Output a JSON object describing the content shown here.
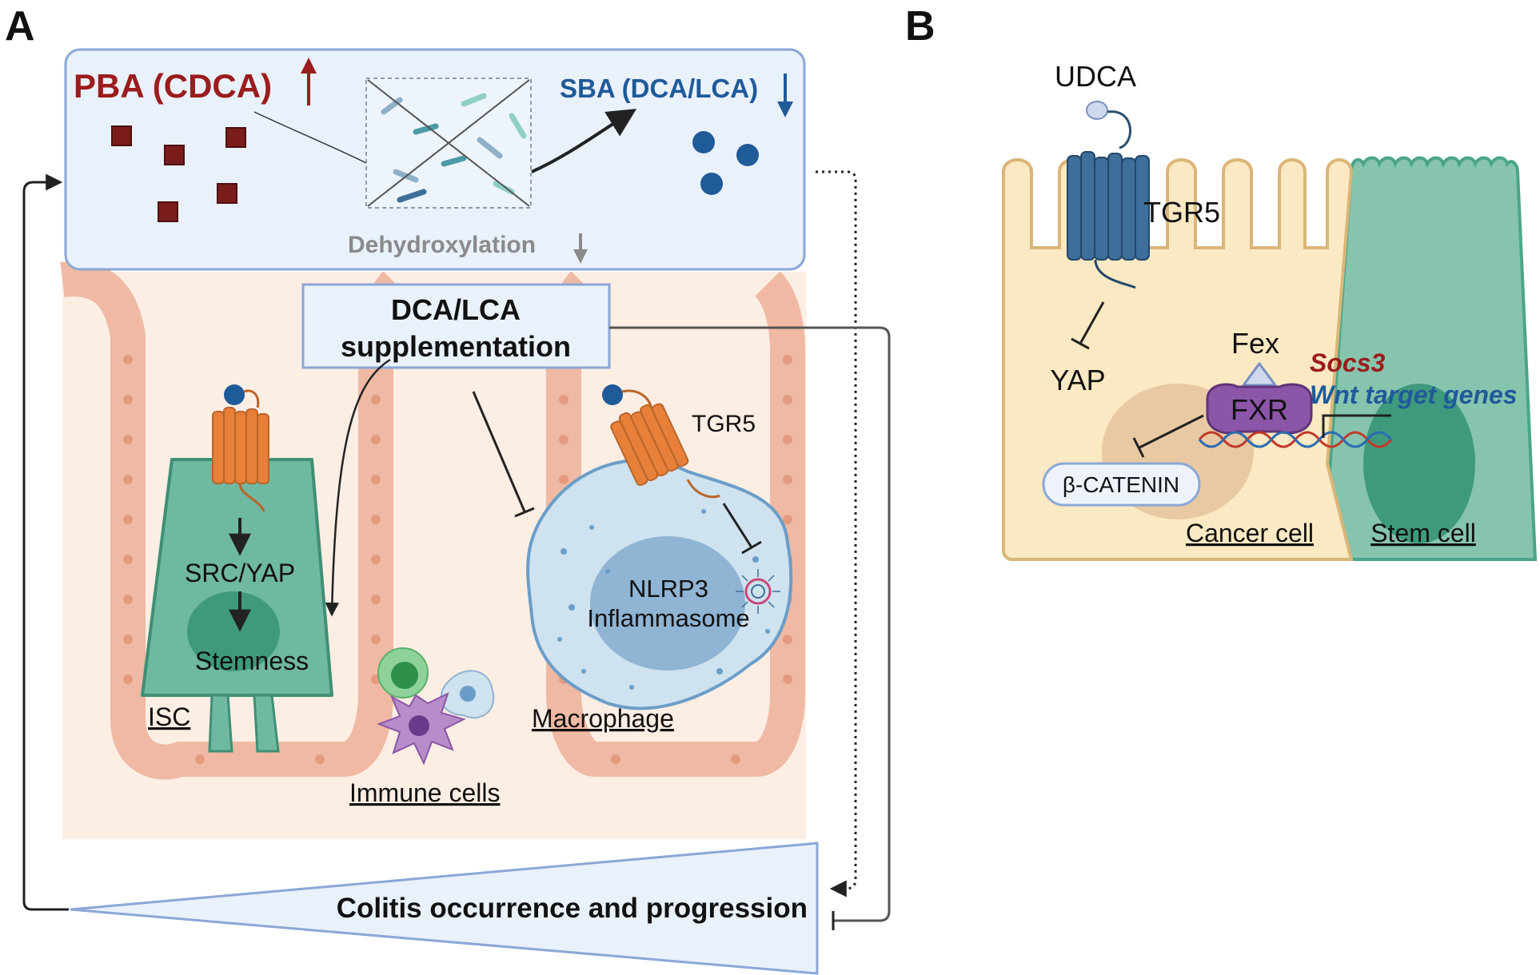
{
  "panel_a": {
    "letter": "A",
    "pba_label": "PBA (CDCA)",
    "sba_label": "SBA (DCA/LCA)",
    "dehydroxylation_label": "Dehydroxylation",
    "supplementation_line1": "DCA/LCA",
    "supplementation_line2": "supplementation",
    "src_yap_label": "SRC/YAP",
    "stemness_label": "Stemness",
    "isc_label": "ISC",
    "tgr5_label": "TGR5",
    "nlrp3_line1": "NLRP3",
    "nlrp3_line2": "Inflammasome",
    "macrophage_label": "Macrophage",
    "immune_cells_label": "Immune cells",
    "colitis_label": "Colitis occurrence and progression"
  },
  "panel_b": {
    "letter": "B",
    "udca_label": "UDCA",
    "tgr5_label": "TGR5",
    "yap_label": "YAP",
    "fex_label": "Fex",
    "fxr_label": "FXR",
    "socs3_label": "Socs3",
    "wnt_label": "Wnt target genes",
    "beta_catenin_label": "β-CATENIN",
    "cancer_cell_label": "Cancer cell",
    "stem_cell_label": "Stem cell"
  },
  "colors": {
    "pba_red": "#9b1c1c",
    "sba_blue": "#1f5a99",
    "receptor_orange": "#e8803a",
    "receptor_blue": "#3d6f9a",
    "stem_green": "#6fb8a2",
    "fxr_purple": "#8b55a8"
  }
}
